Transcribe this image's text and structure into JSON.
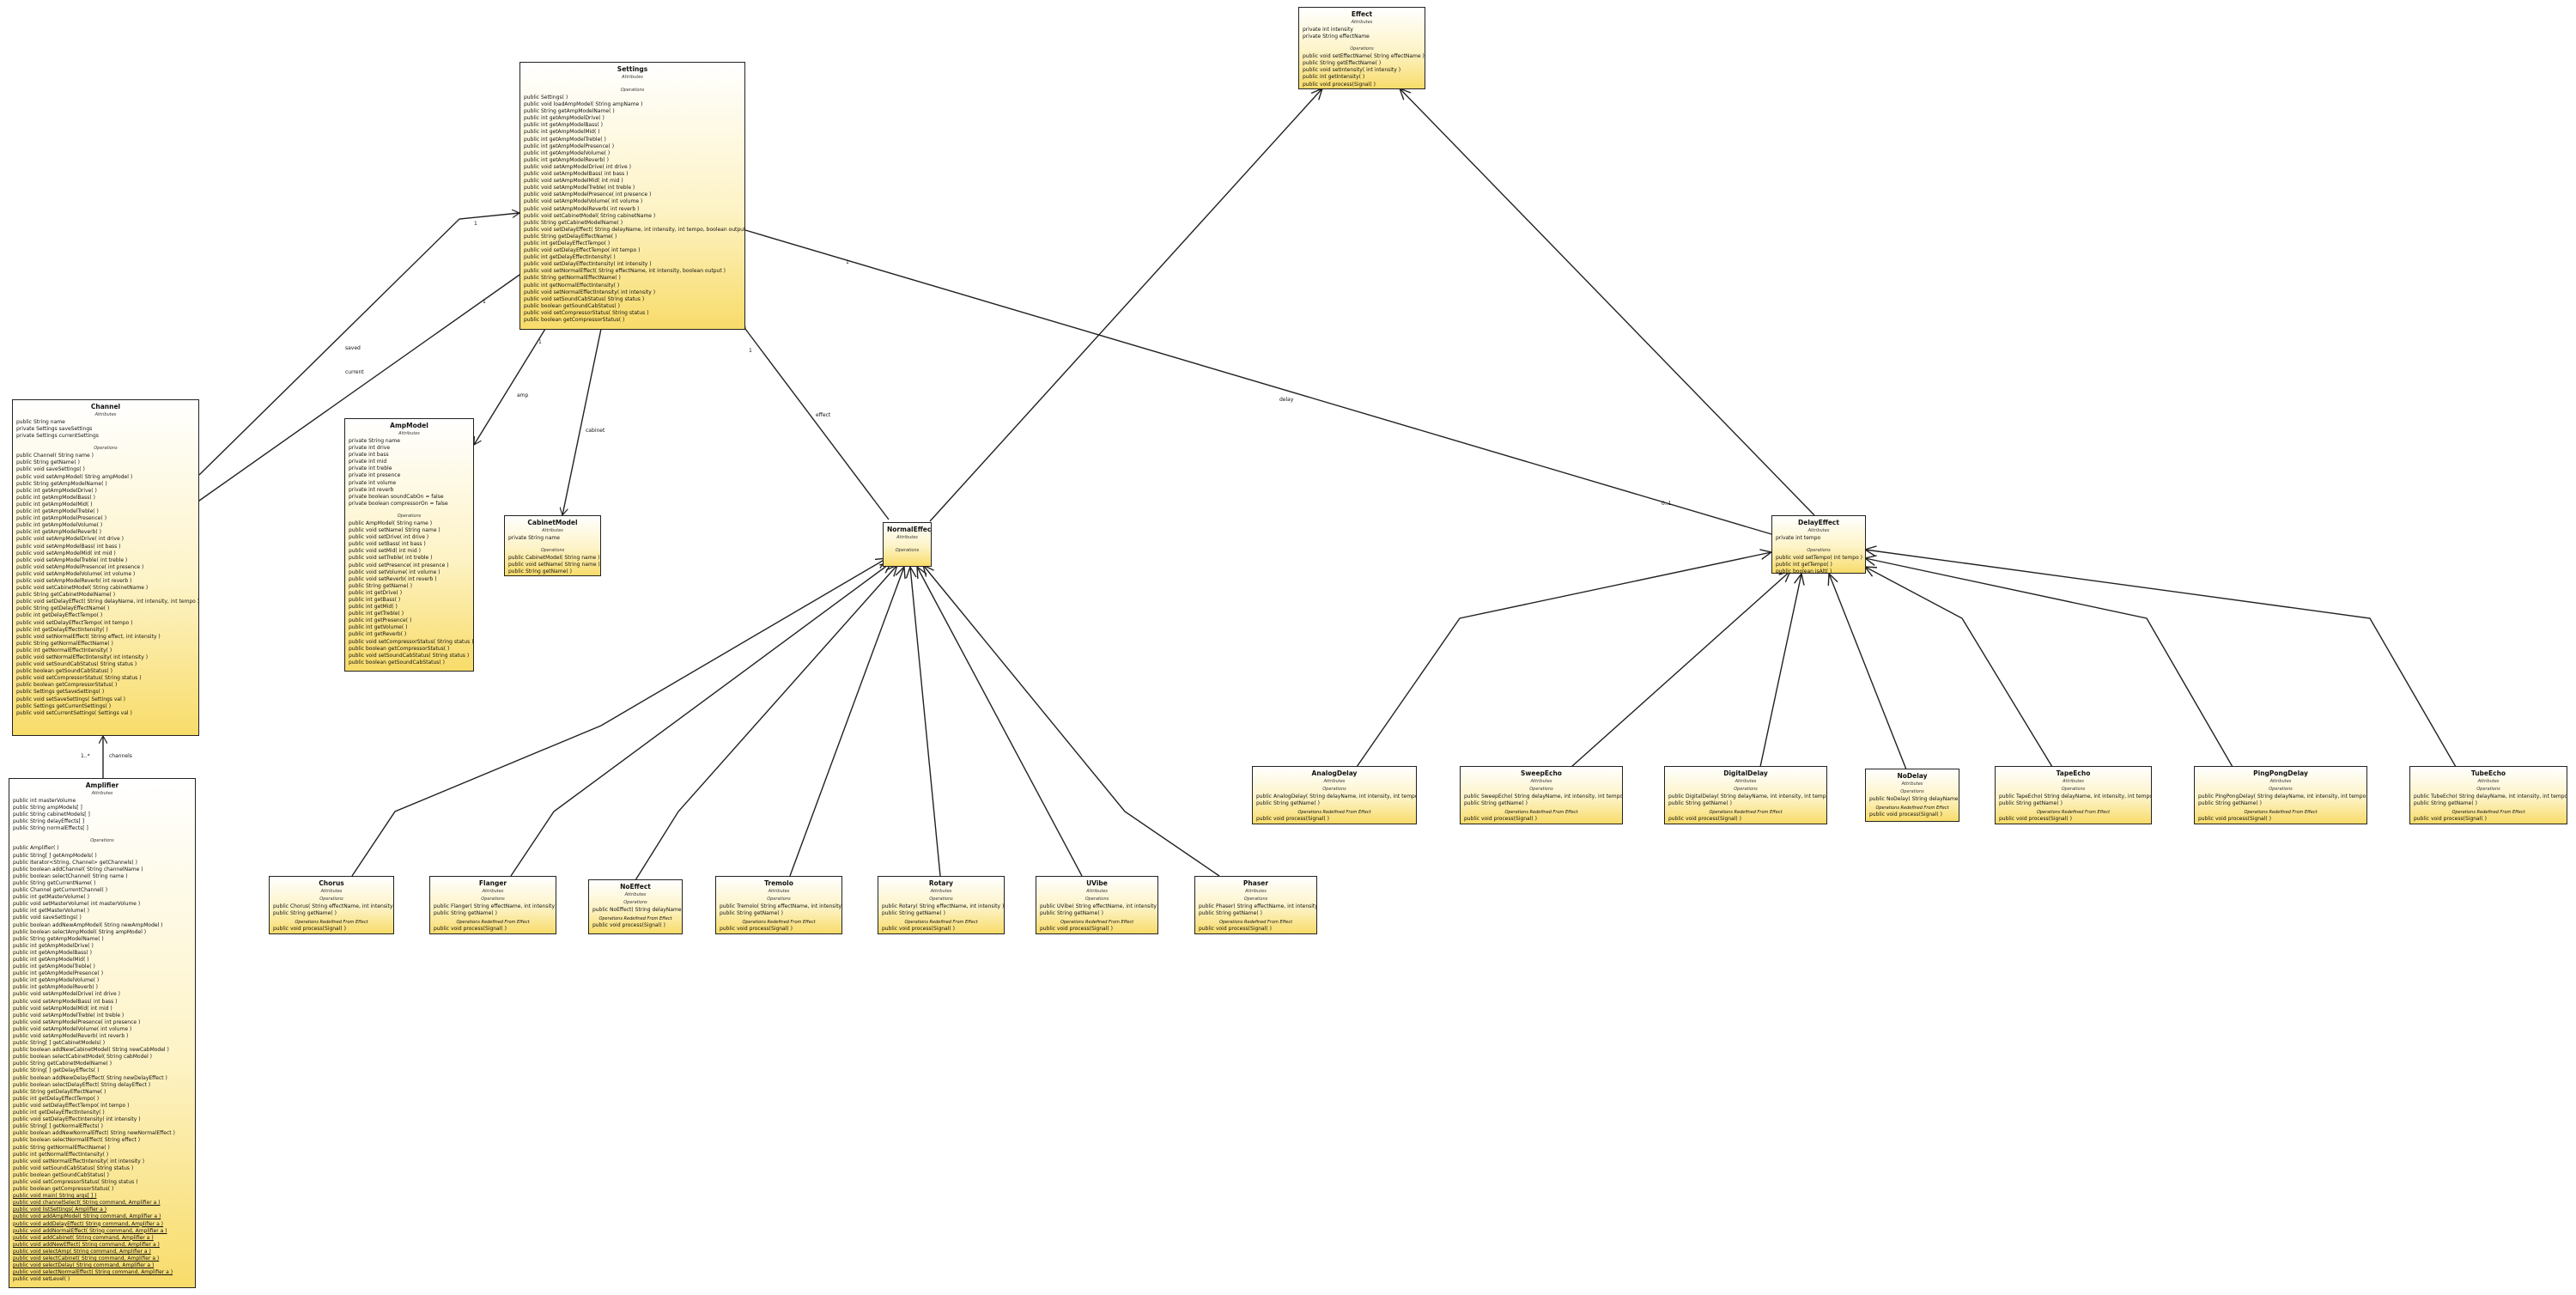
{
  "classes": {
    "settings": {
      "name": "Settings",
      "attrs_header": "Attributes",
      "attributes": [],
      "ops_header": "Operations",
      "operations": [
        "public Settings( )",
        "public void  loadAmpModel( String ampName )",
        "public String  getAmpModelName( )",
        "public int  getAmpModelDrive( )",
        "public int  getAmpModelBass( )",
        "public int  getAmpModelMid( )",
        "public int  getAmpModelTreble( )",
        "public int  getAmpModelPresence( )",
        "public int  getAmpModelVolume( )",
        "public int  getAmpModelReverb( )",
        "public void  setAmpModelDrive( int drive )",
        "public void  setAmpModelBass( int bass )",
        "public void  setAmpModelMid( int mid )",
        "public void  setAmpModelTreble( int treble )",
        "public void  setAmpModelPresence( int presence )",
        "public void  setAmpModelVolume( int volume )",
        "public void  setAmpModelReverb( int reverb )",
        "public void  setCabinetModel( String cabinetName )",
        "public String  getCabinetModelName( )",
        "public void  setDelayEffect( String delayName, int intensity, int tempo, boolean output )",
        "public String  getDelayEffectName( )",
        "public int  getDelayEffectTempo( )",
        "public void  setDelayEffectTempo( int tempo )",
        "public int  getDelayEffectIntensity( )",
        "public void  setDelayEffectIntensity( int intensity )",
        "public void  setNormalEffect( String effectName, int intensity, boolean output )",
        "public String  getNormalEffectName( )",
        "public int  getNormalEffectIntensity( )",
        "public void  setNormalEffectIntensity( int intensity )",
        "public void  setSoundCabStatus( String status )",
        "public boolean  getSoundCabStatus( )",
        "public void  setCompressorStatus( String status )",
        "public boolean  getCompressorStatus( )"
      ]
    },
    "effect": {
      "name": "Effect",
      "attrs_header": "Attributes",
      "attributes": [
        "private int intensity",
        "private String effectName"
      ],
      "ops_header": "Operations",
      "operations": [
        "public void  setEffectName( String effectName )",
        "public String  getEffectName( )",
        "public void  setIntensity( int intensity )",
        "public int  getIntensity( )",
        "public void  process(Signal( )"
      ]
    },
    "channel": {
      "name": "Channel",
      "attrs_header": "Attributes",
      "attributes": [
        "public String name",
        "private Settings saveSettings",
        "private Settings currentSettings"
      ],
      "ops_header": "Operations",
      "operations": [
        "public Channel( String name )",
        "public String  getName( )",
        "public void  saveSettings( )",
        "public void  setAmpModel( String ampModel )",
        "public String  getAmpModelName( )",
        "public int  getAmpModelDrive( )",
        "public int  getAmpModelBass( )",
        "public int  getAmpModelMid( )",
        "public int  getAmpModelTreble( )",
        "public int  getAmpModelPresence( )",
        "public int  getAmpModelVolume( )",
        "public int  getAmpModelReverb( )",
        "public void  setAmpModelDrive( int drive )",
        "public void  setAmpModelBass( int bass )",
        "public void  setAmpModelMid( int mid )",
        "public void  setAmpModelTreble( int treble )",
        "public void  setAmpModelPresence( int presence )",
        "public void  setAmpModelVolume( int volume )",
        "public void  setAmpModelReverb( int reverb )",
        "public void  setCabinetModel( String cabinetName )",
        "public String  getCabinetModelName( )",
        "public void  setDelayEffect( String delayName, int intensity, int tempo )",
        "public String  getDelayEffectName( )",
        "public int  getDelayEffectTempo( )",
        "public void  setDelayEffectTempo( int tempo )",
        "public int  getDelayEffectIntensity( )",
        "public void  setNormalEffect( String effect, int intensity )",
        "public String  getNormalEffectName( )",
        "public int  getNormalEffectIntensity( )",
        "public void  setNormalEffectIntensity( int intensity )",
        "public void  setSoundCabStatus( String status )",
        "public boolean  getSoundCabStatus( )",
        "public void  setCompressorStatus( String status )",
        "public boolean  getCompressorStatus( )",
        "public Settings  getSaveSettings( )",
        "public void  setSaveSettings( Settings val )",
        "public Settings  getCurrentSettings( )",
        "public void  setCurrentSettings( Settings val )"
      ]
    },
    "ampmodel": {
      "name": "AmpModel",
      "attrs_header": "Attributes",
      "attributes": [
        "private String name",
        "private int drive",
        "private int bass",
        "private int mid",
        "private int treble",
        "private int presence",
        "private int volume",
        "private int reverb",
        "private boolean soundCabOn = false",
        "private boolean compressorOn = false"
      ],
      "ops_header": "Operations",
      "operations": [
        "public AmpModel( String name )",
        "public void  setName( String name )",
        "public void  setDrive( int drive )",
        "public void  setBass( int bass )",
        "public void  setMid( int mid )",
        "public void  setTreble( int treble )",
        "public void  setPresence( int presence )",
        "public void  setVolume( int volume )",
        "public void  setReverb( int reverb )",
        "public String  getName( )",
        "public int  getDrive( )",
        "public int  getBass( )",
        "public int  getMid( )",
        "public int  getTreble( )",
        "public int  getPresence( )",
        "public int  getVolume( )",
        "public int  getReverb( )",
        "public void  setCompressorStatus( String status )",
        "public boolean  getCompressorStatus( )",
        "public void  setSoundCabStatus( String status )",
        "public boolean  getSoundCabStatus( )"
      ]
    },
    "cabinet": {
      "name": "CabinetModel",
      "attrs_header": "Attributes",
      "attributes": [
        "private String name"
      ],
      "ops_header": "Operations",
      "operations": [
        "public CabinetModel( String name )",
        "public void  setName( String name )",
        "public String  getName( )"
      ]
    },
    "normal": {
      "name": "NormalEffect",
      "attrs_header": "Attributes",
      "attributes": [],
      "ops_header": "Operations",
      "operations": []
    },
    "delay": {
      "name": "DelayEffect",
      "attrs_header": "Attributes",
      "attributes": [
        "private int tempo"
      ],
      "ops_header": "Operations",
      "operations": [
        "public void  setTempo( int tempo )",
        "public int  getTempo( )",
        "public boolean  isAlt( )"
      ]
    },
    "amplifier": {
      "name": "Amplifier",
      "attrs_header": "Attributes",
      "attributes": [
        "public int masterVolume",
        "public String ampModels[ ]",
        "public String cabinetModels[ ]",
        "public String delayEffects[ ]",
        "public String normalEffects[ ]"
      ],
      "ops_header": "Operations",
      "operations": [
        "public Amplifier( )",
        "public String[ ]  getAmpModels( )",
        "public Iterator<String, Channel>  getChannels( )",
        "public boolean  addChannel( String channelName )",
        "public boolean  selectChannel( String name )",
        "public String  getCurrentName( )",
        "public Channel  getCurrentChannel( )",
        "public int  getMasterVolume( )",
        "public void  setMasterVolume( int masterVolume )",
        "public int  getMasterVolume( )",
        "public void  saveSettings( )",
        "public boolean  addNewAmpModel( String newAmpModel )",
        "public boolean  selectAmpModel( String ampModel )",
        "public String  getAmpModelName( )",
        "public int  getAmpModelDrive( )",
        "public int  getAmpModelBass( )",
        "public int  getAmpModelMid( )",
        "public int  getAmpModelTreble( )",
        "public int  getAmpModelPresence( )",
        "public int  getAmpModelVolume( )",
        "public int  getAmpModelReverb( )",
        "public void  setAmpModelDrive( int drive )",
        "public void  setAmpModelBass( int bass )",
        "public void  setAmpModelMid( int mid )",
        "public void  setAmpModelTreble( int treble )",
        "public void  setAmpModelPresence( int presence )",
        "public void  setAmpModelVolume( int volume )",
        "public void  setAmpModelReverb( int reverb )",
        "public String[ ]  getCabinetModels( )",
        "public boolean  addNewCabinetModel( String newCabModel )",
        "public boolean  selectCabinetModel( String cabModel )",
        "public String  getCabinetModelName( )",
        "public String[ ]  getDelayEffects( )",
        "public boolean  addNewDelayEffect( String newDelayEffect )",
        "public boolean  selectDelayEffect( String delayEffect )",
        "public String  getDelayEffectName( )",
        "public int  getDelayEffectTempo( )",
        "public void  setDelayEffectTempo( int tempo )",
        "public int  getDelayEffectIntensity( )",
        "public void  setDelayEffectIntensity( int intensity )",
        "public String[ ]  getNormalEffects( )",
        "public boolean  addNewNormalEffect( String newNormalEffect )",
        "public boolean  selectNormalEffect( String effect )",
        "public String  getNormalEffectName( )",
        "public int  getNormalEffectIntensity( )",
        "public void  setNormalEffectIntensity( int intensity )",
        "public void  setSoundCabStatus( String status )",
        "public boolean  getSoundCabStatus( )",
        "public void  setCompressorStatus( String status )",
        "public boolean  getCompressorStatus( )"
      ],
      "static_operations": [
        "public void  main( String args[ ] )",
        "public void  channelSelect( String command, Amplifier a )",
        "public void  listSettings( Amplifier a )",
        "public void  addAmpModel( String command, Amplifier a )",
        "public void  addDelayEffect( String command, Amplifier a )",
        "public void  addNormalEffect( String command, Amplifier a )",
        "public void  addCabinet( String command, Amplifier a )",
        "public void  addNewEffect( String command, Amplifier a )",
        "public void  selectAmp( String command, Amplifier a )",
        "public void  selectCabinet( String command, Amplifier a )",
        "public void  selectDelay( String command, Amplifier a )",
        "public void  selectNormalEffect( String command, Amplifier a )"
      ],
      "trailing_operations": [
        "public void  setLevel( )"
      ]
    }
  },
  "effect_subclasses": [
    {
      "key": "chorus",
      "name": "Chorus",
      "ctor": "public Chorus( String effectName, int intensity )",
      "getter": "public String  getName( )",
      "inherited": "Operations Redefined From Effect",
      "process": "public void  process(Signal( )"
    },
    {
      "key": "flanger",
      "name": "Flanger",
      "ctor": "public Flanger( String effectName, int intensity )",
      "getter": "public String  getName( )",
      "inherited": "Operations Redefined From Effect",
      "process": "public void  process(Signal( )"
    },
    {
      "key": "noeffect",
      "name": "NoEffect",
      "ctor": "public NoEffect( String delayName )",
      "getter": "",
      "inherited": "Operations Redefined From Effect",
      "process": "public void  process(Signal( )"
    },
    {
      "key": "tremolo",
      "name": "Tremolo",
      "ctor": "public Tremolo( String effectName, int intensity )",
      "getter": "public String  getName( )",
      "inherited": "Operations Redefined From Effect",
      "process": "public void  process(Signal( )"
    },
    {
      "key": "rotary",
      "name": "Rotary",
      "ctor": "public Rotary( String effectName, int intensity )",
      "getter": "public String  getName( )",
      "inherited": "Operations Redefined From Effect",
      "process": "public void  process(Signal( )"
    },
    {
      "key": "univibe",
      "name": "UVibe",
      "ctor": "public UVibe( String effectName, int intensity )",
      "getter": "public String  getName( )",
      "inherited": "Operations Redefined From Effect",
      "process": "public void  process(Signal( )"
    },
    {
      "key": "phaser",
      "name": "Phaser",
      "ctor": "public Phaser( String effectName, int intensity )",
      "getter": "public String  getName( )",
      "inherited": "Operations Redefined From Effect",
      "process": "public void  process(Signal( )"
    }
  ],
  "delay_subclasses": [
    {
      "key": "analog",
      "name": "AnalogDelay",
      "ctor": "public AnalogDelay( String delayName, int intensity, int tempo )",
      "getter": "public String  getName( )",
      "inherited": "Operations Redefined From Effect",
      "process": "public void  process(Signal( )"
    },
    {
      "key": "sweep",
      "name": "SweepEcho",
      "ctor": "public SweepEcho( String delayName, int intensity, int tempo )",
      "getter": "public String  getName( )",
      "inherited": "Operations Redefined From Effect",
      "process": "public void  process(Signal( )"
    },
    {
      "key": "digital",
      "name": "DigitalDelay",
      "ctor": "public DigitalDelay( String delayName, int intensity, int tempo )",
      "getter": "public String  getName( )",
      "inherited": "Operations Redefined From Effect",
      "process": "public void  process(Signal( )"
    },
    {
      "key": "nodelay",
      "name": "NoDelay",
      "ctor": "public NoDelay( String delayName )",
      "getter": "",
      "inherited": "Operations Redefined From Effect",
      "process": "public void  process(Signal( )"
    },
    {
      "key": "tape",
      "name": "TapeEcho",
      "ctor": "public TapeEcho( String delayName, int intensity, int tempo )",
      "getter": "public String  getName( )",
      "inherited": "Operations Redefined From Effect",
      "process": "public void  process(Signal( )"
    },
    {
      "key": "pingpong",
      "name": "PingPongDelay",
      "ctor": "public PingPongDelay( String delayName, int intensity, int tempo )",
      "getter": "public String  getName( )",
      "inherited": "Operations Redefined From Effect",
      "process": "public void  process(Signal( )"
    },
    {
      "key": "tube",
      "name": "TubeEcho",
      "ctor": "public TubeEcho( String delayName, int intensity, int tempo )",
      "getter": "public String  getName( )",
      "inherited": "Operations Redefined From Effect",
      "process": "public void  process(Signal( )"
    }
  ],
  "edge_labels": {
    "saved": "saved",
    "current": "current",
    "amp": "amp",
    "cabinet": "cabinet",
    "effect": "effect",
    "delay": "delay",
    "channels": "channels",
    "one": "1",
    "many": "1..*",
    "zero_one": "0..1"
  },
  "colors": {
    "box_top": "#ffffff",
    "box_bottom": "#f8dc6a",
    "border": "#222222",
    "line": "#222222"
  }
}
